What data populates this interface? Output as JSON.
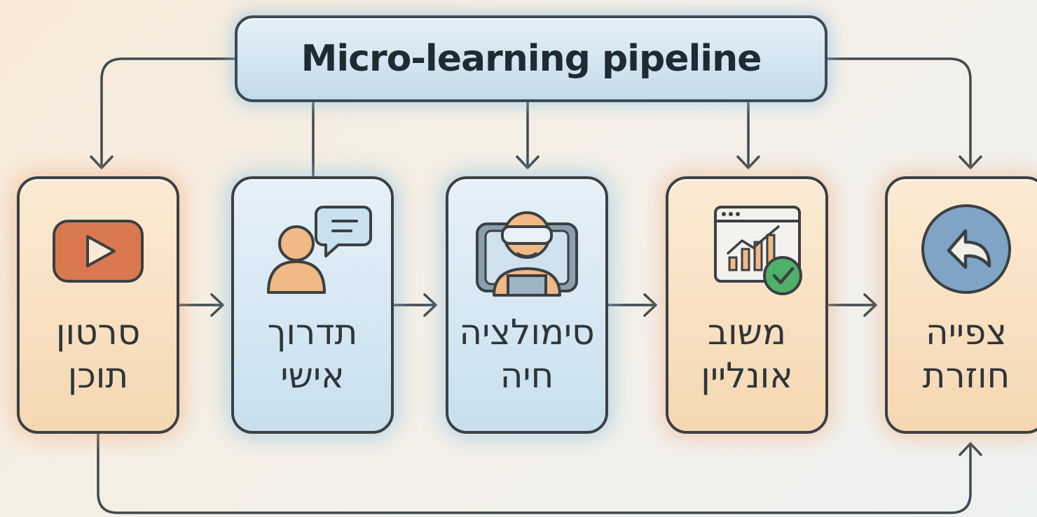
{
  "title": "Micro-learning pipeline",
  "steps": [
    {
      "line1": "סרטון",
      "line2": "תוכן",
      "icon": "video-play-icon",
      "tone": "warm"
    },
    {
      "line1": "תדרוך",
      "line2": "אישי",
      "icon": "person-chat-icon",
      "tone": "cool"
    },
    {
      "line1": "סימולציה",
      "line2": "חיה",
      "icon": "vr-headset-icon",
      "tone": "cool"
    },
    {
      "line1": "משוב",
      "line2": "אונליין",
      "icon": "analytics-check-icon",
      "tone": "warm"
    },
    {
      "line1": "צפייה",
      "line2": "חוזרת",
      "icon": "replay-arrow-icon",
      "tone": "warm"
    }
  ],
  "colors": {
    "warm_panel": "#f5d7b2",
    "cool_panel": "#c7dfee",
    "outline": "#3b4043",
    "play_button": "#d9784f",
    "skin": "#f0b985",
    "check": "#4fb06a",
    "replay_circle": "#7fa4c6"
  }
}
